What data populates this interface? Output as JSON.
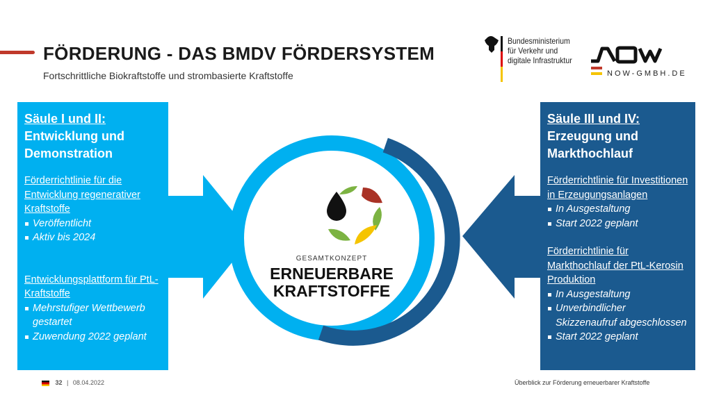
{
  "header": {
    "title": "FÖRDERUNG - DAS BMDV FÖRDERSYSTEM",
    "subtitle": "Fortschrittliche Biokraftstoffe und strombasierte Kraftstoffe"
  },
  "logos": {
    "bmdv": [
      "Bundesministerium",
      "für Verkehr und",
      "digitale Infrastruktur"
    ],
    "now": "NOW",
    "now_url": "NOW-GMBH.DE"
  },
  "left": {
    "heading1": "Säule I und II:",
    "heading2": "Entwicklung und Demonstration",
    "items": [
      {
        "title": "Förderrichtlinie für die Entwicklung regenerativer Kraftstoffe",
        "bullets": [
          "Veröffentlicht",
          "Aktiv bis 2024"
        ]
      },
      {
        "title": "Entwicklungsplattform für PtL-Kraftstoffe",
        "bullets": [
          "Mehrstufiger Wettbewerb gestartet",
          "Zuwendung 2022 geplant"
        ]
      }
    ]
  },
  "right": {
    "heading1": "Säule III und IV:",
    "heading2": "Erzeugung und Markthochlauf",
    "items": [
      {
        "title": "Förderrichtlinie für Investitionen in Erzeugungsanlagen",
        "bullets": [
          "In Ausgestaltung",
          "Start 2022 geplant"
        ]
      },
      {
        "title": "Förderrichtlinie für Markthochlauf der PtL-Kerosin Produktion",
        "bullets": [
          "In Ausgestaltung",
          "Unverbindlicher Skizzenaufruf abgeschlossen",
          "Start 2022 geplant"
        ]
      }
    ]
  },
  "center": {
    "small": "GESAMTKONZEPT",
    "line1": "ERNEUERBARE",
    "line2": "KRAFTSTOFFE"
  },
  "footer": {
    "page": "32",
    "date": "08.04.2022",
    "right": "Überblick zur Förderung erneuerbarer Kraftstoffe"
  },
  "colors": {
    "light_blue": "#00b0f0",
    "dark_blue": "#1b5a8f",
    "red": "#c0392b"
  }
}
